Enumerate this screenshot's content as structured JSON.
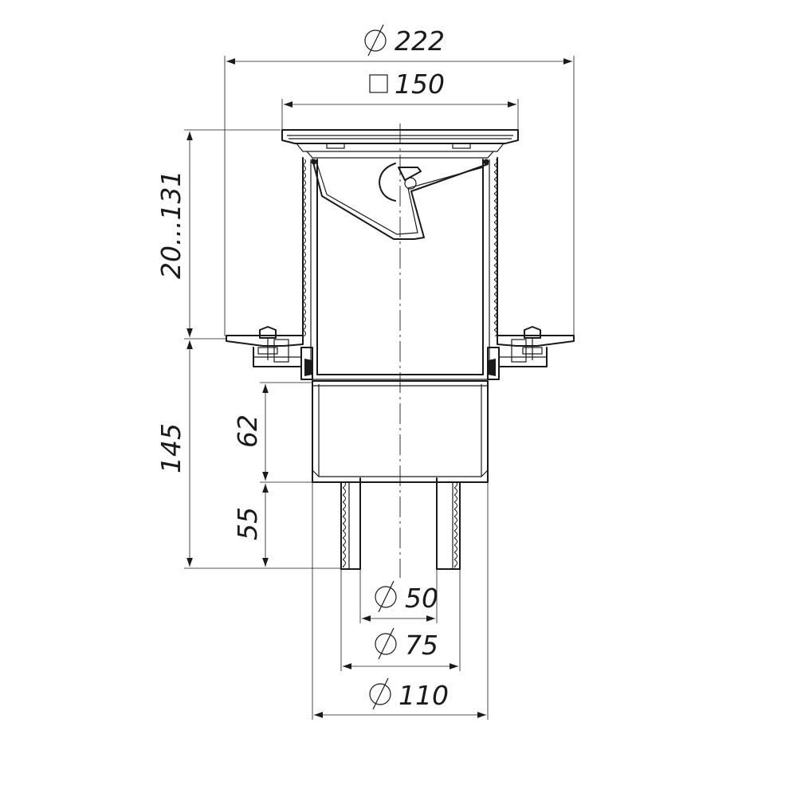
{
  "dimensions": {
    "dia_222": "222",
    "square_150": "150",
    "height_adjust": "20...131",
    "height_145": "145",
    "height_62": "62",
    "height_55": "55",
    "dia_50": "50",
    "dia_75": "75",
    "dia_110": "110"
  },
  "colors": {
    "line": "#1a1a1a",
    "background": "#ffffff"
  },
  "icons": {
    "diameter": "diameter-symbol",
    "square": "square-symbol"
  }
}
